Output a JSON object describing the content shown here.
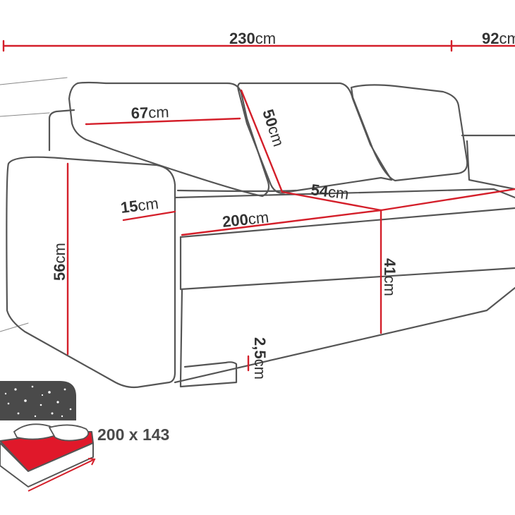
{
  "colors": {
    "dimension_line": "#d41f2a",
    "outline": "#555555",
    "text": "#333333",
    "bed_red": "#e0182a",
    "night_box": "#4a4a4a"
  },
  "dimensions": {
    "total_width": {
      "value": "230",
      "unit": "cm"
    },
    "depth": {
      "value": "92",
      "unit": "cm"
    },
    "armrest_width": {
      "value": "15",
      "unit": "cm"
    },
    "seat_width": {
      "value": "200",
      "unit": "cm"
    },
    "seat_depth": {
      "value": "54",
      "unit": "cm"
    },
    "cushion_width": {
      "value": "67",
      "unit": "cm"
    },
    "cushion_height": {
      "value": "50",
      "unit": "cm"
    },
    "total_height": {
      "value": "56",
      "unit": "cm"
    },
    "seat_height": {
      "value": "41",
      "unit": "cm"
    },
    "leg_height": {
      "value": "2,5",
      "unit": "cm"
    }
  },
  "bed_function": {
    "sleeping_area": "200 x 143",
    "icon": "sofa-bed-night-icon"
  }
}
